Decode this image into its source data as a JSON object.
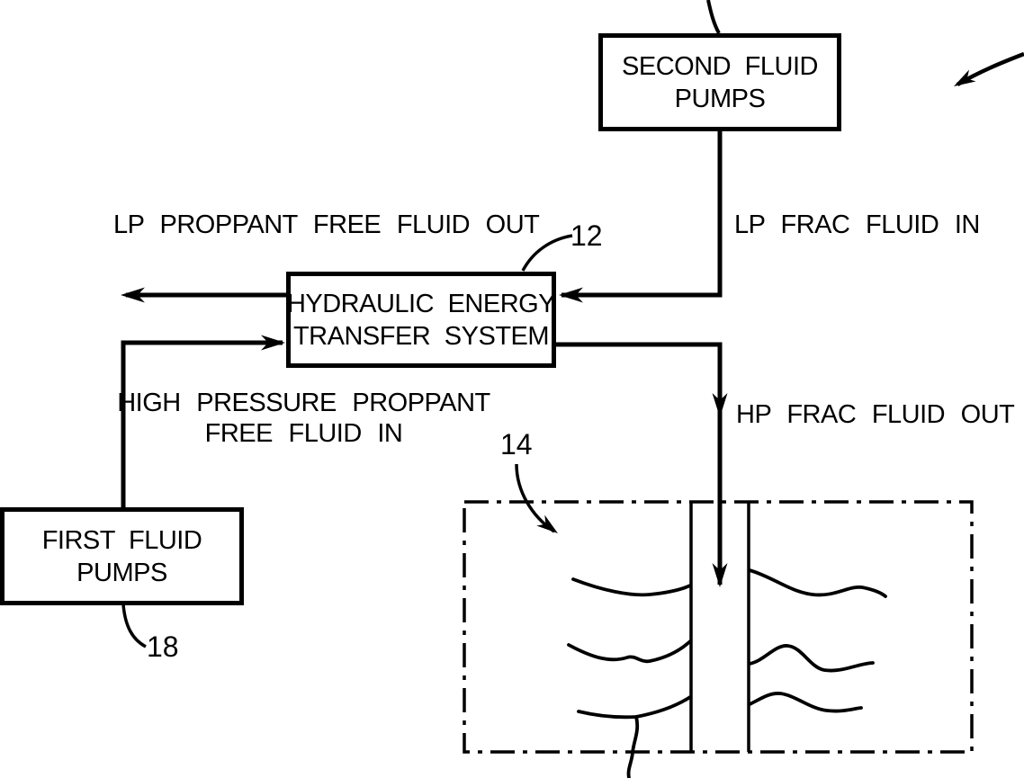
{
  "diagram": {
    "boxes": {
      "second_pumps": {
        "line1": "SECOND FLUID",
        "line2": "PUMPS"
      },
      "transfer_system": {
        "line1": "HYDRAULIC ENERGY",
        "line2": "TRANSFER SYSTEM"
      },
      "first_pumps": {
        "line1": "FIRST FLUID",
        "line2": "PUMPS"
      }
    },
    "flow_labels": {
      "lp_proppant_out": "LP PROPPANT FREE FLUID OUT",
      "lp_frac_in": "LP FRAC FLUID IN",
      "hp_proppant_in_line1": "HIGH PRESSURE PROPPANT",
      "hp_proppant_in_line2": "FREE FLUID IN",
      "hp_frac_out": "HP FRAC FLUID OUT"
    },
    "reference_numerals": {
      "transfer_system": "12",
      "formation": "14",
      "first_pumps": "18"
    },
    "colors": {
      "line": "#000000",
      "background": "#ffffff"
    }
  }
}
